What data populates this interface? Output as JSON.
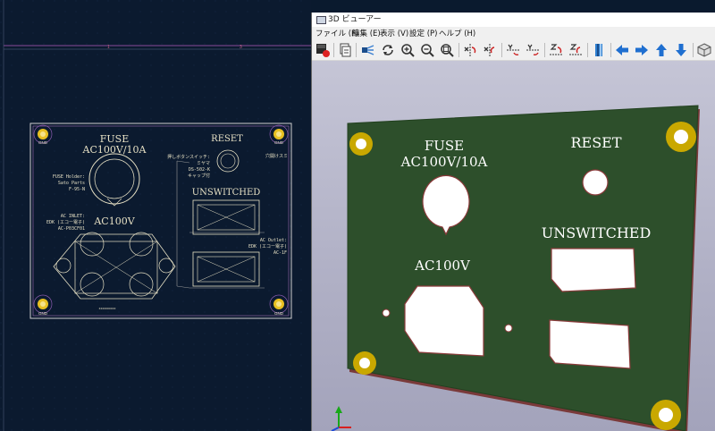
{
  "viewer": {
    "title": "3D ビューアー",
    "menu": [
      "ファイル (F)",
      "編集 (E)",
      "表示 (V)",
      "設定 (P)",
      "ヘルプ (H)"
    ]
  },
  "toolbar_icons": [
    "render-icon",
    "copy-icon",
    "raytrace-icon",
    "reload-icon",
    "zoom-in-icon",
    "zoom-out-icon",
    "zoom-fit-icon",
    "rotate-x-cw-icon",
    "rotate-x-ccw-icon",
    "rotate-y-cw-icon",
    "rotate-y-ccw-icon",
    "rotate-z-cw-icon",
    "rotate-z-ccw-icon",
    "flip-board-icon",
    "pan-left-icon",
    "pan-right-icon",
    "pan-up-icon",
    "pan-down-icon",
    "ortho-view-icon"
  ],
  "pcb": {
    "fuse_title": "FUSE",
    "fuse_rating": "AC100V/10A",
    "reset": "RESET",
    "unswitched": "UNSWITCHED",
    "ac100v": "AC100V",
    "gnd": "GND",
    "fuse_holder_note": [
      "FUSE Holder:",
      "Sato Parts",
      "F-95-N"
    ],
    "ac_inlet_note": [
      "AC INLET:",
      "EDK (エコー電子)",
      "AC-P03CF01"
    ],
    "reset_note": [
      "押しボタンスイッチ:",
      "ミヤマ",
      "DS-502-K",
      "キャップ付"
    ],
    "ac_outlet_note": [
      "AC Outlet:",
      "EDK (エコー電子)",
      "AC-1F"
    ],
    "hole_note": "穴開けスミ",
    "small_label": "xxxxxxxxx"
  },
  "board3d": {
    "fuse_title": "FUSE",
    "fuse_rating": "AC100V/10A",
    "reset": "RESET",
    "unswitched": "UNSWITCHED",
    "ac100v": "AC100V"
  },
  "colors": {
    "editor_bg": "#0b1a2f",
    "silkscreen": "#e6e0c4",
    "board_outline": "#d8d8d8",
    "pad": "#e8c022",
    "board_green": "#2d4f2b",
    "viewport_bg": "#b7b7cb"
  }
}
